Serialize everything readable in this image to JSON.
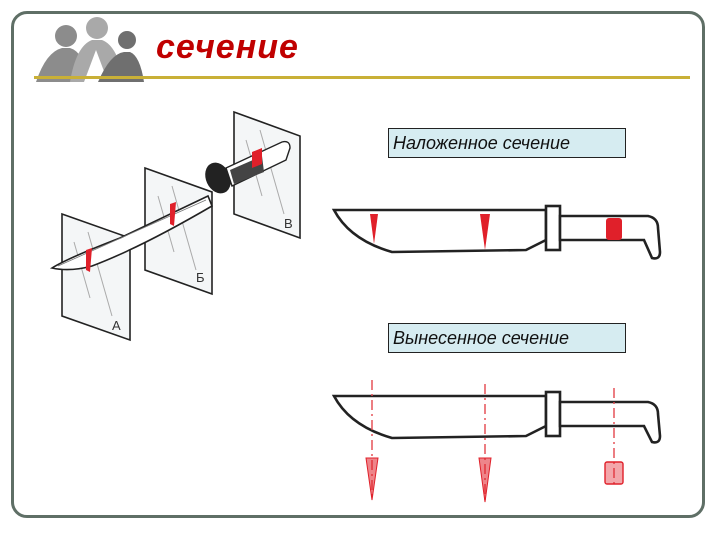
{
  "slide": {
    "title": "сечение"
  },
  "labels": {
    "superimposed": "Наложенное сечение",
    "removed": "Вынесенное сечение"
  },
  "planes": {
    "a": "А",
    "b": "Б",
    "v": "В"
  },
  "colors": {
    "title": "#c00000",
    "section_fill": "#e0202a",
    "projection_line": "#e3464d",
    "label_bg": "#d6ecf1",
    "rule": "#c9b037",
    "frame": "#5f6f66"
  },
  "icons": {
    "logo": "business-people-logo"
  }
}
